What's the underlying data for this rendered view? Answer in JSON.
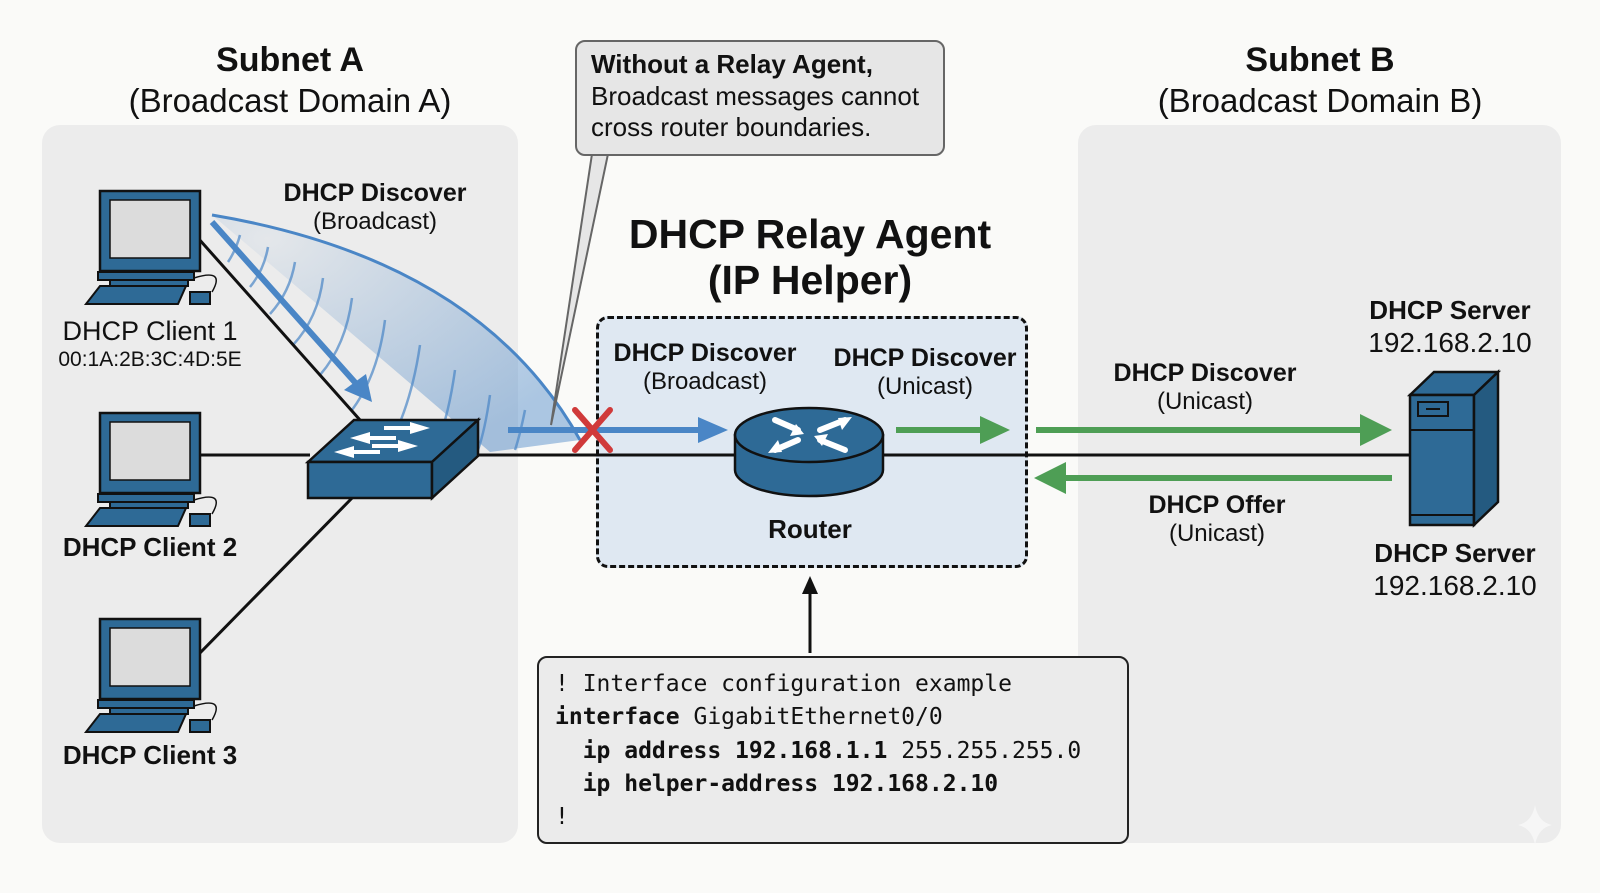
{
  "subnet_a": {
    "title": "Subnet A",
    "subtitle": "(Broadcast Domain A)"
  },
  "subnet_b": {
    "title": "Subnet B",
    "subtitle": "(Broadcast Domain B)"
  },
  "callout": {
    "bold": "Without a Relay Agent,",
    "text_line1": "Broadcast messages cannot",
    "text_line2": "cross router boundaries."
  },
  "relay": {
    "title_line1": "DHCP Relay Agent",
    "title_line2": "(IP Helper)",
    "router_label": "Router"
  },
  "clients": [
    {
      "name": "DHCP Client 1",
      "mac": "00:1A:2B:3C:4D:5E"
    },
    {
      "name": "DHCP Client 2"
    },
    {
      "name": "DHCP Client 3"
    }
  ],
  "messages": {
    "discover_broadcast_a": {
      "title": "DHCP Discover",
      "type": "(Broadcast)"
    },
    "discover_broadcast_router": {
      "title": "DHCP Discover",
      "type": "(Broadcast)"
    },
    "discover_unicast_router": {
      "title": "DHCP Discover",
      "type": "(Unicast)"
    },
    "discover_unicast_b": {
      "title": "DHCP Discover",
      "type": "(Unicast)"
    },
    "offer_unicast_b": {
      "title": "DHCP Offer",
      "type": "(Unicast)"
    }
  },
  "server": {
    "label_top": {
      "name": "DHCP Server",
      "ip": "192.168.2.10"
    },
    "label_bottom": {
      "name": "DHCP Server",
      "ip": "192.168.2.10"
    }
  },
  "config": {
    "comment": "! Interface configuration example",
    "line2_kw": "interface",
    "line2_val": " GigabitEthernet0/0",
    "line3_kw": "  ip address 192.168.1.1",
    "line3_val": " 255.255.255.0",
    "line4_kw": "  ip helper-address 192.168.2.10",
    "end": "!"
  },
  "colors": {
    "device_blue": "#2e6a96",
    "broadcast_blue": "#4a86c6",
    "unicast_green": "#4e9e55",
    "blocked_red": "#d03a3a"
  }
}
